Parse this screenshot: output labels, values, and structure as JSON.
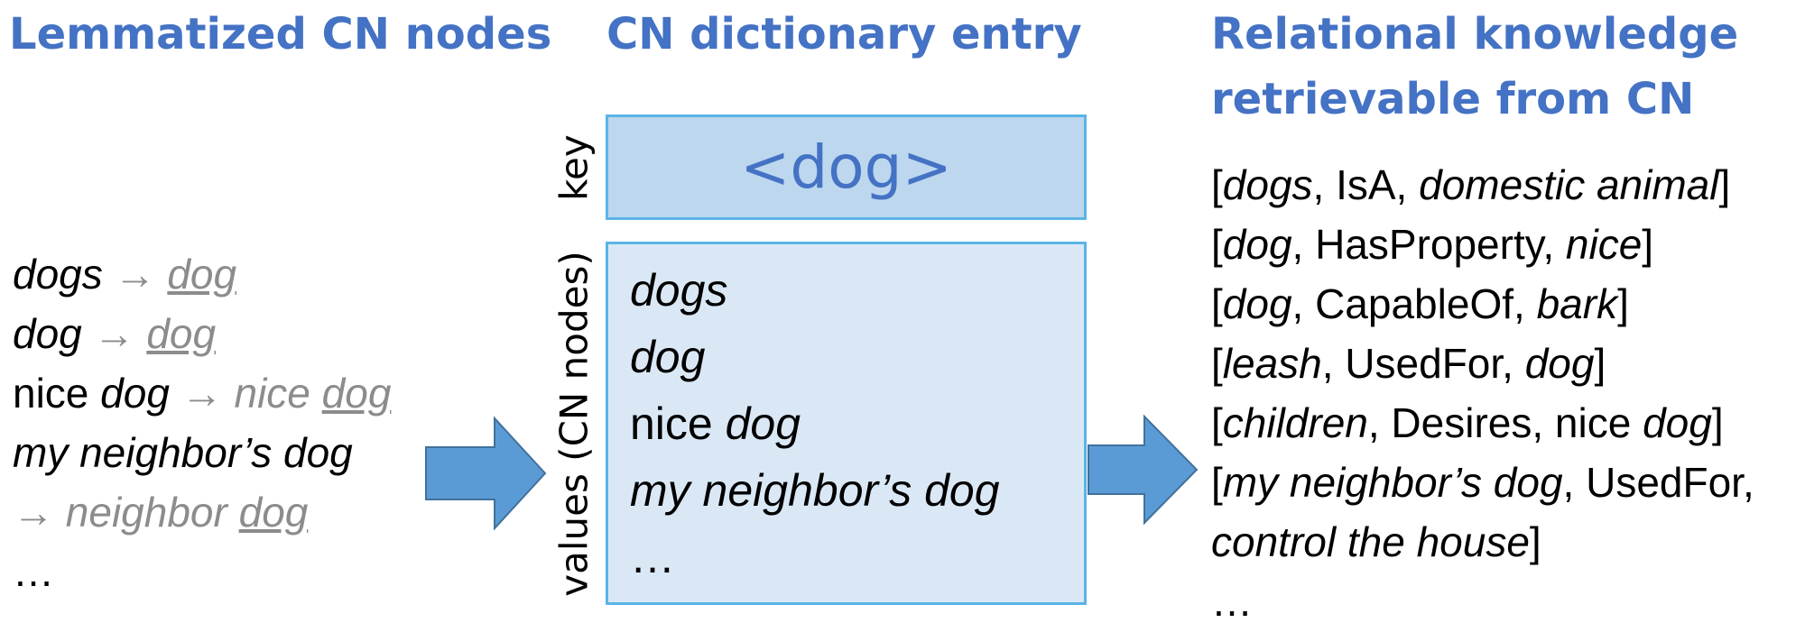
{
  "headings": {
    "left": "Lemmatized CN nodes",
    "middle": "CN dictionary entry",
    "right_line1": "Relational knowledge",
    "right_line2": "retrievable from CN"
  },
  "lemmatized_list": [
    {
      "source": "dogs",
      "arrow": "→",
      "target": "dog"
    },
    {
      "source": "dog",
      "arrow": "→",
      "target": "dog"
    },
    {
      "source_plain": "nice ",
      "source": "dog",
      "arrow": "→",
      "target_plain": "nice ",
      "target": "dog"
    },
    {
      "source": "my neighbor’s dog"
    },
    {
      "arrow": "→",
      "target_plain": "neighbor ",
      "target": "dog"
    },
    {
      "text": "…"
    }
  ],
  "dictionary_entry": {
    "key_label": "key",
    "key": "<dog>",
    "values_label": "values (CN nodes)",
    "values": [
      {
        "text": "dogs"
      },
      {
        "text": "dog"
      },
      {
        "plain": "nice ",
        "text": "dog"
      },
      {
        "text": "my neighbor’s dog"
      },
      {
        "plain": "…"
      }
    ]
  },
  "relations": [
    {
      "open": "[",
      "head": "dogs",
      "rel": ", IsA, ",
      "tail": "domestic animal",
      "close": "]"
    },
    {
      "open": "[",
      "head": "dog",
      "rel": ", HasProperty, ",
      "tail": "nice",
      "close": "]"
    },
    {
      "open": "[",
      "head": "dog",
      "rel": ", CapableOf, ",
      "tail": "bark",
      "close": "]"
    },
    {
      "open": "[",
      "head": "leash",
      "rel": ", UsedFor, ",
      "tail": "dog",
      "close": "]"
    },
    {
      "open": "[",
      "head": "children",
      "rel": ", Desires, nice ",
      "tail": "dog",
      "close": "]"
    },
    {
      "open": "[",
      "head": "my neighbor’s dog",
      "rel": ", UsedFor,"
    },
    {
      "tail": "control the house",
      "close": "]"
    },
    {
      "rel": "…"
    }
  ],
  "colors": {
    "heading": "#4472c4",
    "arrow_fill": "#5b9bd5",
    "arrow_stroke": "#41719c",
    "key_box_fill": "#bdd7ee",
    "values_box_fill": "#dae8f6",
    "box_border": "#5ab4e6",
    "lemma_gray": "#8c8c8c"
  }
}
